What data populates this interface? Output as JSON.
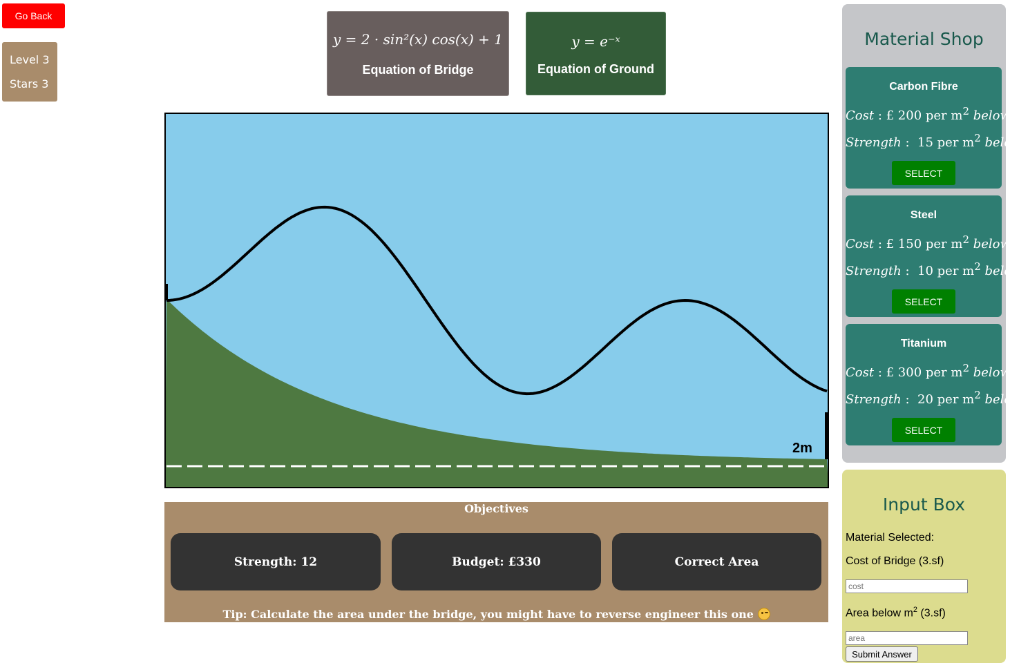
{
  "nav": {
    "go_back": "Go Back"
  },
  "status": {
    "level": "Level 3",
    "stars": "Stars 3"
  },
  "equations": {
    "bridge": {
      "formula": "y = 2 · sin²(x) cos(x) + 1",
      "label": "Equation of Bridge"
    },
    "ground": {
      "formula": "y = e⁻ˣ",
      "label": "Equation of Ground"
    }
  },
  "canvas": {
    "height_label": "2m",
    "colors": {
      "sky": "#87cceb",
      "ground": "#4e7941",
      "curve": "#000000",
      "dash": "#ffffff"
    }
  },
  "objectives": {
    "title": "Objectives",
    "strength": "Strength: 12",
    "budget": "Budget: £330",
    "area": "Correct Area",
    "tip": "Tip: Calculate the area under the bridge, you might have to reverse engineer this one"
  },
  "shop": {
    "title": "Material Shop",
    "select_label": "SELECT",
    "materials": [
      {
        "name": "Carbon Fibre",
        "cost": "£ 200",
        "strength": "15"
      },
      {
        "name": "Steel",
        "cost": "£ 150",
        "strength": "10"
      },
      {
        "name": "Titanium",
        "cost": "£ 300",
        "strength": "20"
      }
    ],
    "cost_label": "Cost",
    "strength_label": "Strength",
    "per_unit": "per m",
    "below": "below"
  },
  "input_box": {
    "title": "Input Box",
    "material_selected": "Material Selected:",
    "cost_label": "Cost of Bridge (3.sf)",
    "cost_placeholder": "cost",
    "area_label_prefix": "Area below m",
    "area_label_suffix": " (3.sf)",
    "area_placeholder": "area",
    "submit": "Submit Answer"
  }
}
